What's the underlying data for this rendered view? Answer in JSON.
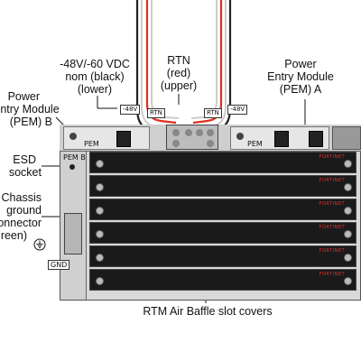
{
  "labels": {
    "vdc_line1": "-48V/-60 VDC",
    "vdc_line2": "nom (black)",
    "vdc_line3": "(lower)",
    "rtn_line1": "RTN",
    "rtn_line2": "(red)",
    "rtn_line3": "(upper)",
    "pem_a_line1": "Power",
    "pem_a_line2": "Entry Module",
    "pem_a_line3": "(PEM) A",
    "pem_b_line1": "Power",
    "pem_b_line2": "Entry Module",
    "pem_b_line3": "(PEM) B",
    "esd_line1": "ESD",
    "esd_line2": "socket",
    "ground_line1": "Chassis",
    "ground_line2": "ground",
    "ground_line3": "connector",
    "ground_line4": "(green)",
    "rtm_cover": "RTM Air Baffle slot covers"
  },
  "tags": {
    "minus48_left": "-48V",
    "rtn_left": "RTN",
    "rtn_right": "RTN",
    "minus48_right": "-48V",
    "pem_b_panel": "PEM B",
    "pem_left": "PEM",
    "pem_right": "PEM",
    "gnd": "GND",
    "brand": "FORTINET"
  },
  "colors": {
    "red_wire": "#e03020",
    "black_wire": "#222222",
    "slot_fill": "#1a1a1a",
    "chassis": "#d8d8d8"
  },
  "icons": [
    "ground-symbol-icon",
    "esd-socket-icon",
    "power-switch-icon"
  ]
}
